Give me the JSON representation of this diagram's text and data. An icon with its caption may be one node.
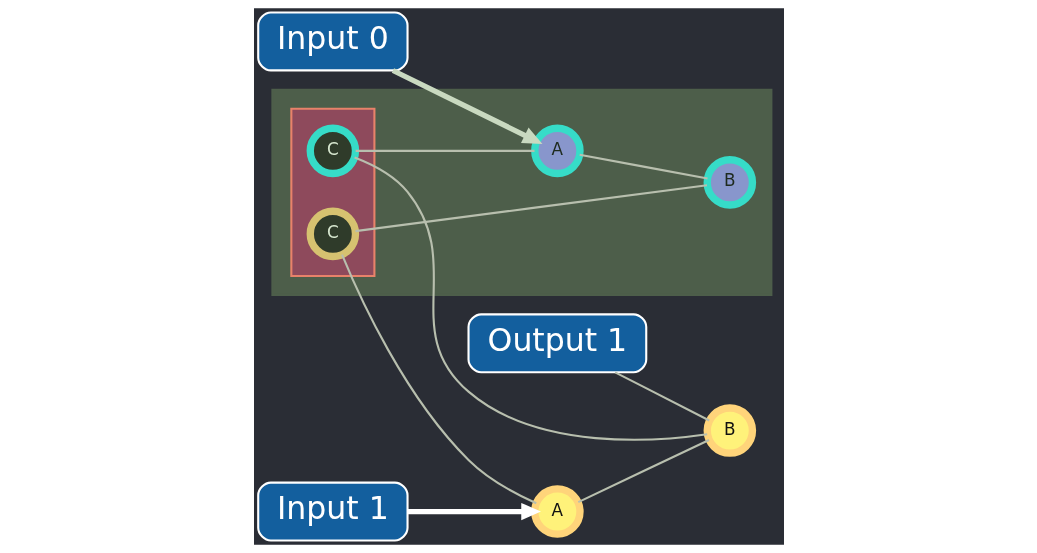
{
  "diagram": {
    "nodes": [
      {
        "text": [],
        "shape": "box"
      },
      {
        "text": [],
        "shape": "box",
        "in": 0
      },
      {
        "text": [
          "Input 0"
        ]
      },
      {
        "text": [
          "C"
        ],
        "in": 1
      },
      {
        "text": [
          "B"
        ]
      },
      {
        "text": [
          "Output 1"
        ]
      },
      {
        "text": [
          "A"
        ],
        "in": 0
      },
      {
        "text": [
          "A"
        ]
      },
      {
        "text": [
          "Input 1"
        ]
      },
      {
        "text": [
          "B"
        ],
        "in": 0
      },
      {
        "text": [
          "C"
        ],
        "in": 1
      }
    ],
    "edges": [
      {
        "from": 3,
        "to": 4,
        "arrow": "none"
      },
      {
        "from": 3,
        "to": 6,
        "arrow": "none"
      },
      {
        "from": 6,
        "to": 9,
        "arrow": "none"
      },
      {
        "from": 9,
        "to": 10,
        "arrow": "none"
      },
      {
        "from": 10,
        "to": 7,
        "arrow": "none"
      },
      {
        "from": 7,
        "to": 4,
        "arrow": "none"
      },
      {
        "from": 2,
        "to": 6,
        "arrow": "to",
        "style": "thick",
        "color": "#c9d9c0"
      },
      {
        "from": 8,
        "to": 7,
        "arrow": "to",
        "style": "thick",
        "color": "#ffffff"
      },
      {
        "from": 5,
        "to": 4,
        "arrow": "none"
      }
    ]
  }
}
